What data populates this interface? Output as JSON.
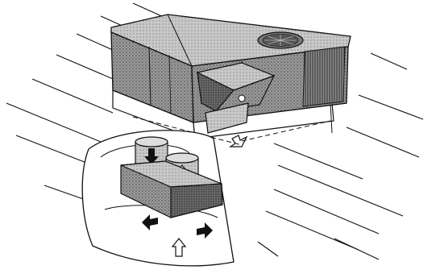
{
  "figure": {
    "caption": "",
    "components": [
      "roof-lines",
      "rooftop-hvac-unit",
      "condenser-fan",
      "condenser-coil",
      "economizer-hood",
      "roof-curb",
      "supply-duct",
      "return-duct",
      "plenum-box"
    ],
    "arrows": {
      "supply_down": "down",
      "return_up": "up",
      "plenum_in": "up",
      "plenum_out_left": "left-down",
      "plenum_out_right": "right-down",
      "exhaust": "down-right"
    }
  }
}
